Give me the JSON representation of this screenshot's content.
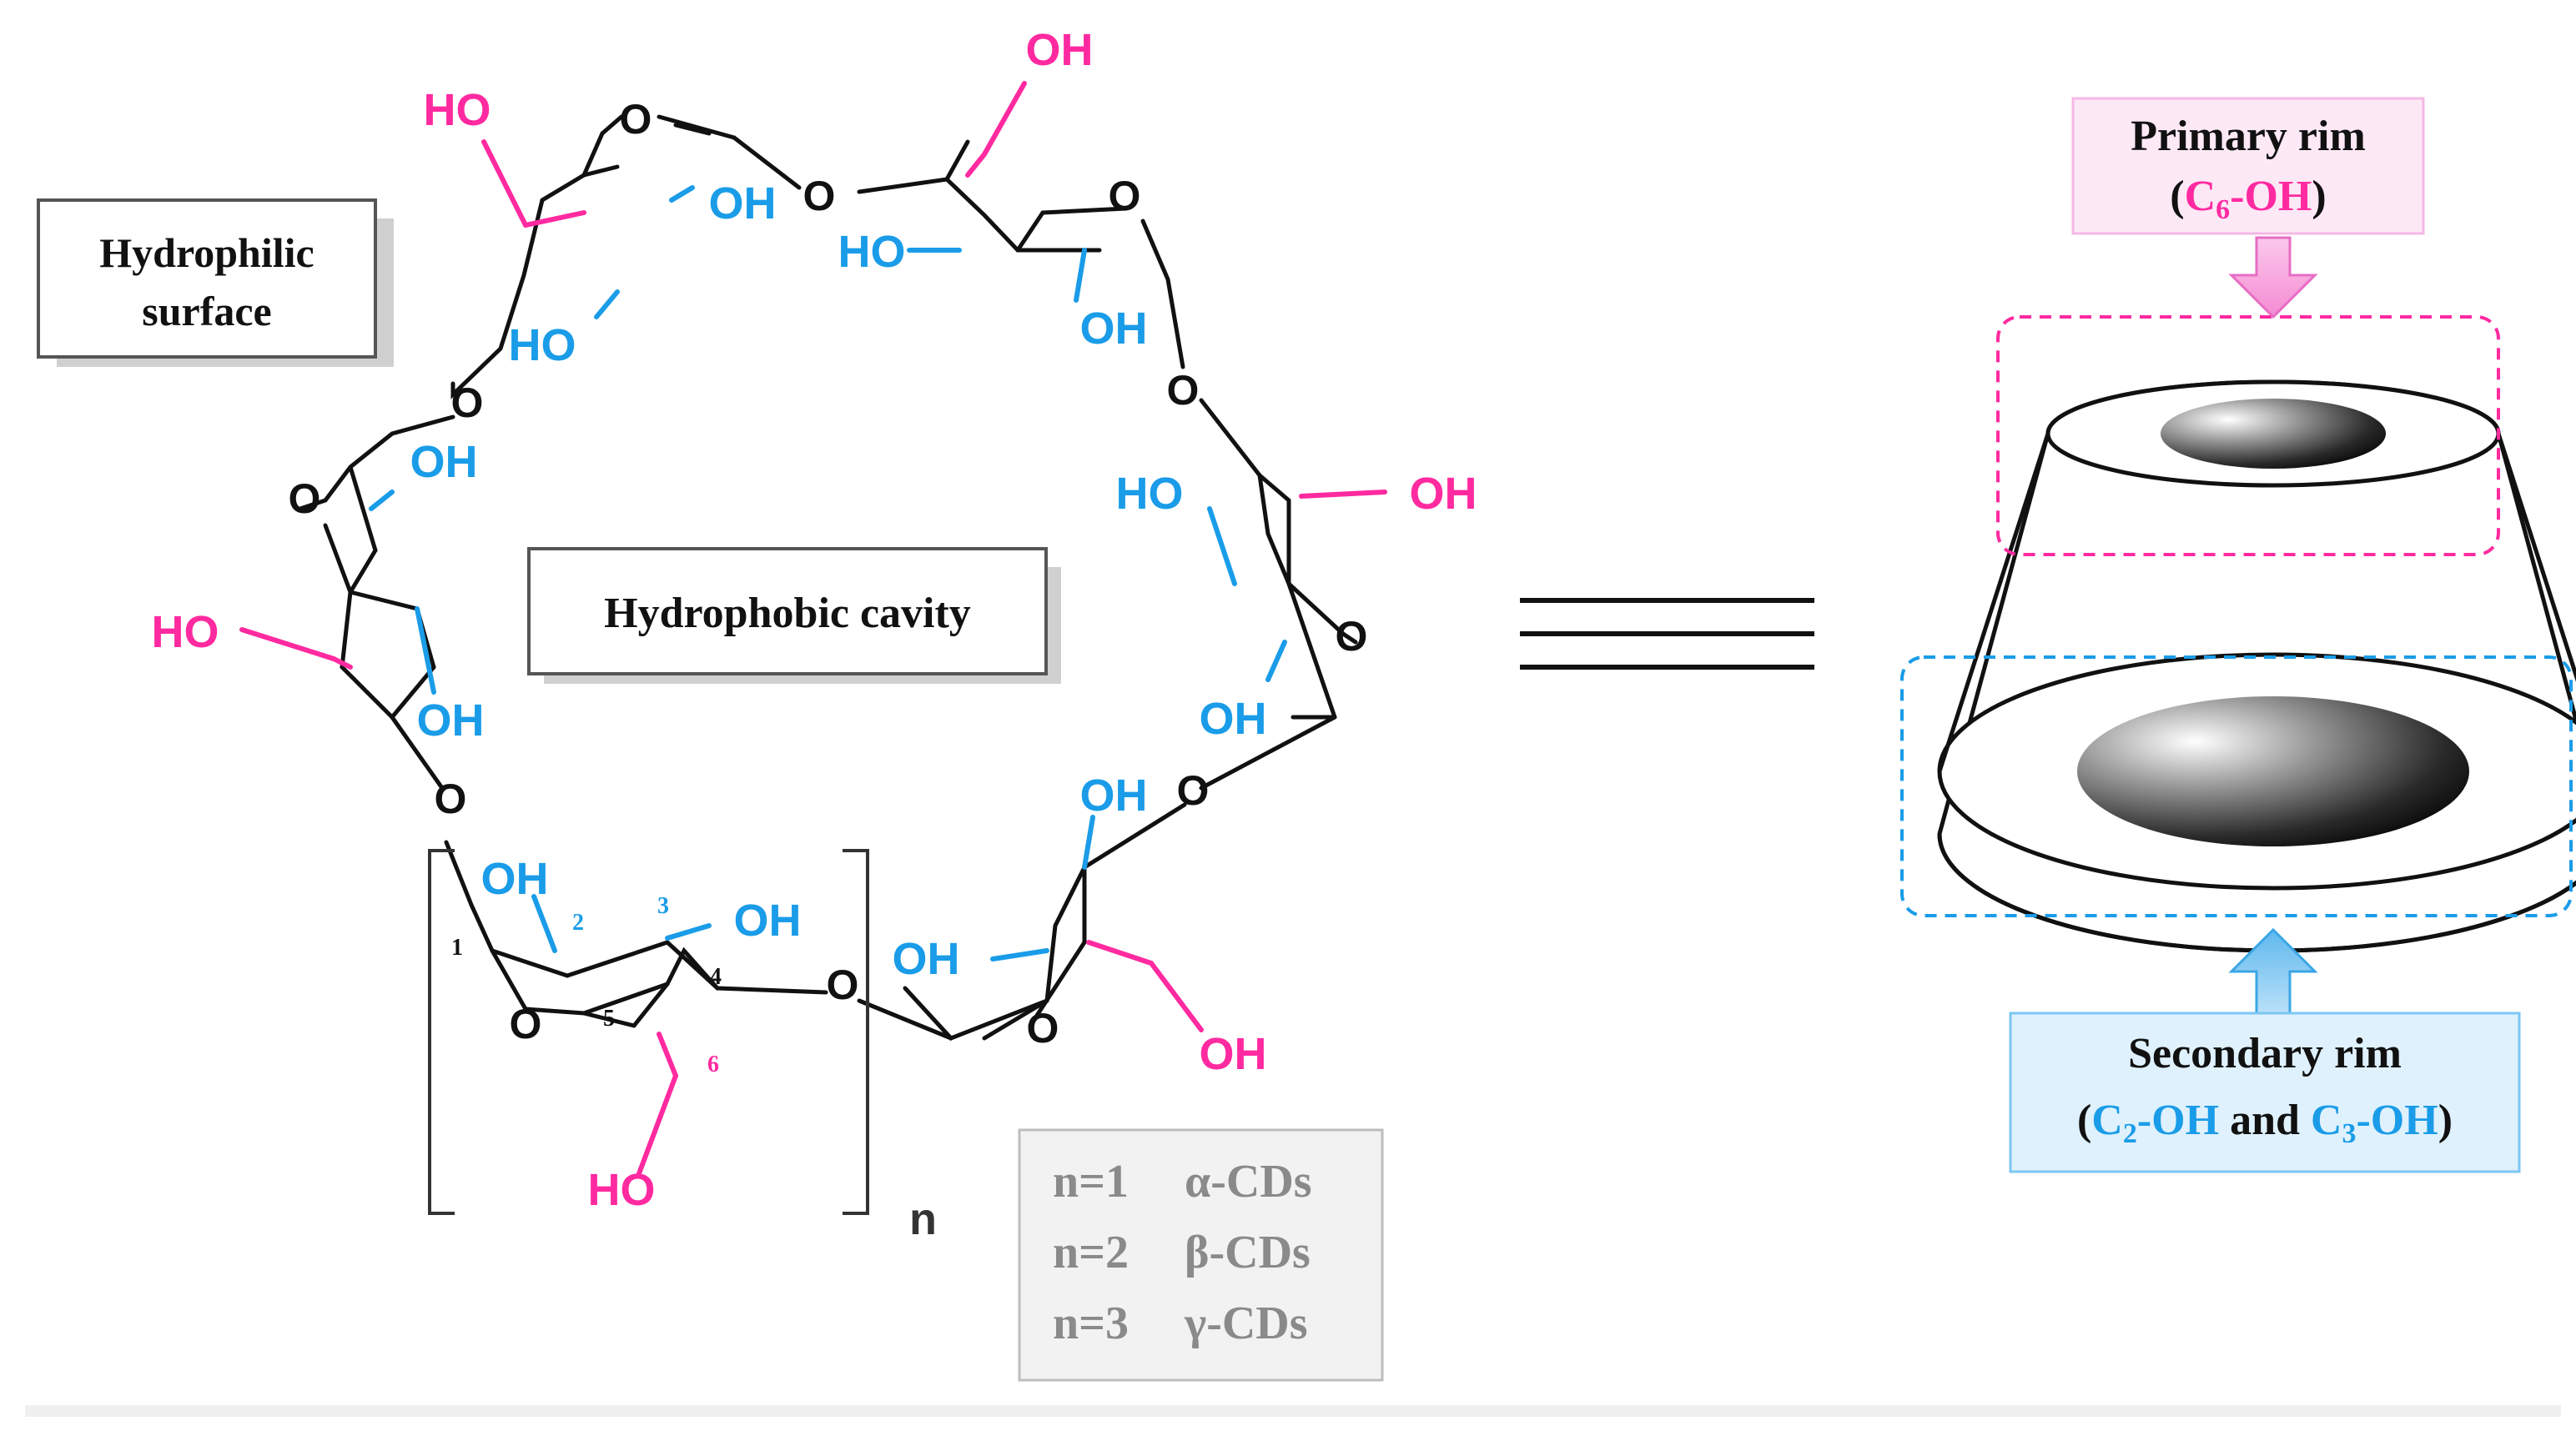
{
  "colors": {
    "bond": "#111111",
    "primary": "#ff2aa0",
    "secondary": "#1a9ce8",
    "gray_text": "#8a8a8a",
    "box_primary_fill": "#fde8f6",
    "box_primary_stroke": "#f4b8e4",
    "box_secondary_fill": "#dff1fd",
    "box_secondary_stroke": "#7cc6f3",
    "legend_fill": "#f2f2f2"
  },
  "labels": {
    "hydrophilic_line1": "Hydrophilic",
    "hydrophilic_line2": "surface",
    "hydrophobic": "Hydrophobic cavity",
    "repeat_n": "n",
    "equals_symbol": "≡",
    "primary_rim_title": "Primary rim",
    "primary_rim_paren_open": "(",
    "primary_rim_formula": "C",
    "primary_rim_sub": "6",
    "primary_rim_suffix": "-OH",
    "primary_rim_paren_close": ")",
    "secondary_rim_title": "Secondary rim",
    "secondary_paren_open": "(",
    "secondary_c2": "C",
    "secondary_c2_sub": "2",
    "secondary_c2_suffix": "-OH",
    "secondary_and": " and ",
    "secondary_c3": "C",
    "secondary_c3_sub": "3",
    "secondary_c3_suffix": "-OH",
    "secondary_paren_close": ")"
  },
  "legend": [
    {
      "n": "n=1",
      "name": "α-CDs"
    },
    {
      "n": "n=2",
      "name": "β-CDs"
    },
    {
      "n": "n=3",
      "name": "γ-CDs"
    }
  ],
  "atoms": {
    "o": "O",
    "oh": "OH",
    "ho": "HO"
  },
  "locants": {
    "c1": "1",
    "c2": "2",
    "c3": "3",
    "c4": "4",
    "c5": "5",
    "c6": "6"
  }
}
